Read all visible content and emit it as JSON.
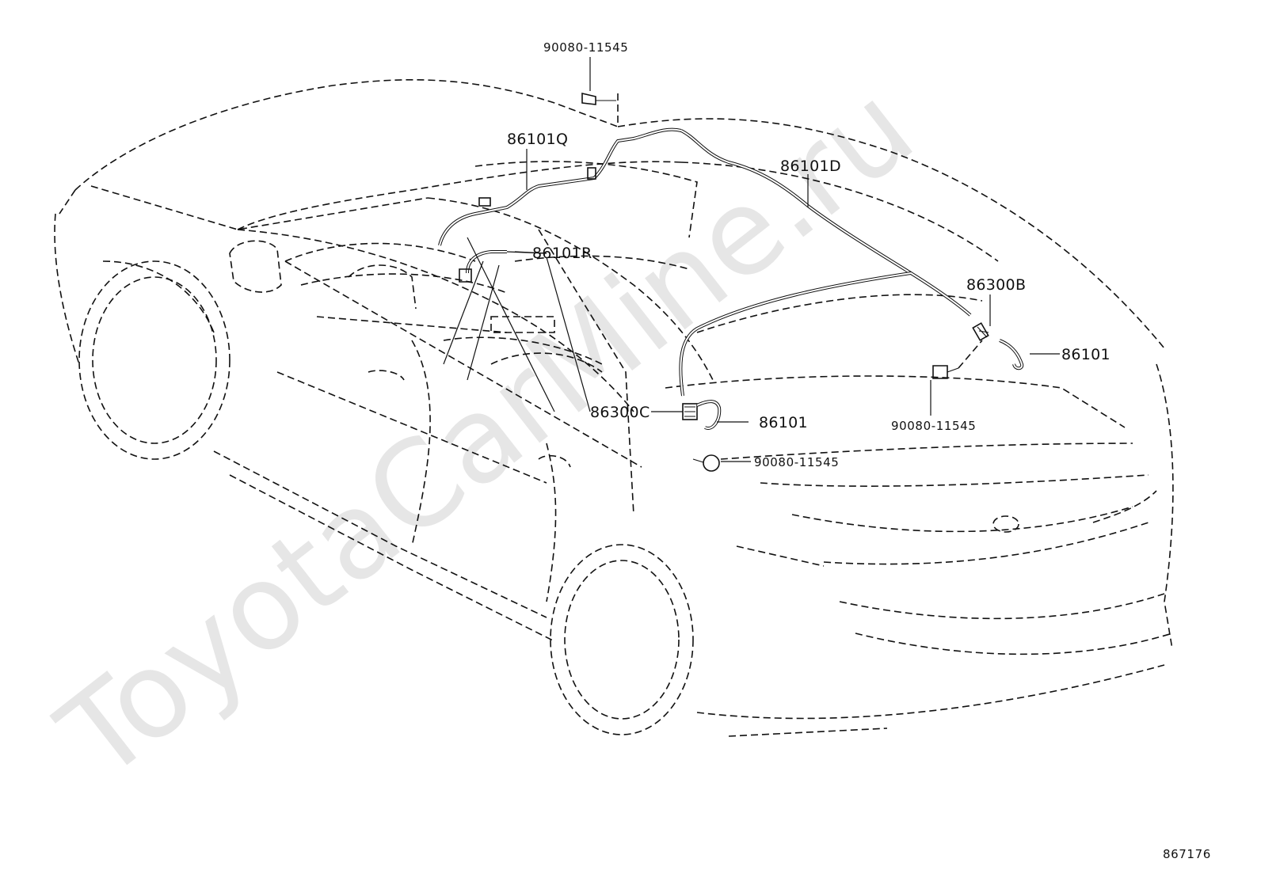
{
  "diagram": {
    "watermark": "ToyotaCarMine.ru",
    "figure_number": "867176",
    "callouts": {
      "bolt_top": "90080-11545",
      "harness_q": "86101Q",
      "harness_d": "86101D",
      "harness_r": "86101R",
      "amp_b": "86300B",
      "antenna_rear": "86101",
      "bolt_rear": "90080-11545",
      "amp_c": "86300C",
      "antenna_side": "86101",
      "bolt_side": "90080-11545"
    }
  }
}
